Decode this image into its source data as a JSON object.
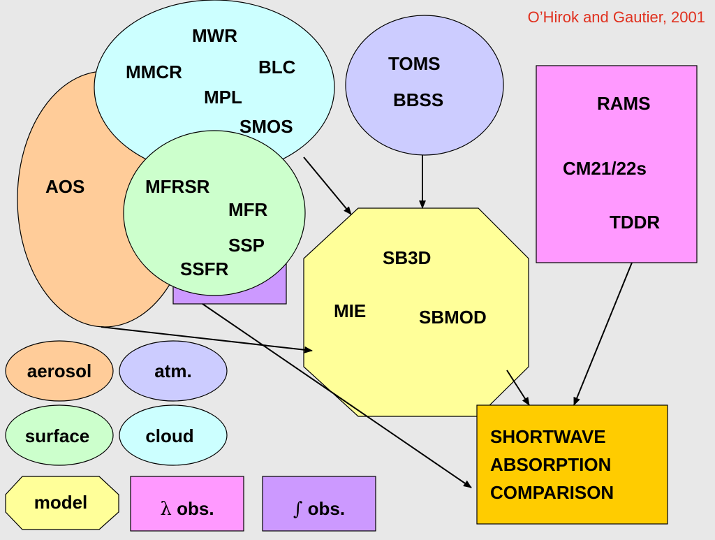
{
  "citation": "O’Hirok and Gautier, 2001",
  "colors": {
    "background": "#e8e8e8",
    "aerosol": "#ffcc99",
    "atm": "#ccccff",
    "surface": "#ccffcc",
    "cloud": "#ccffff",
    "model": "#ffff99",
    "lambda_obs": "#ff99ff",
    "integral_obs": "#cc99ff",
    "comparison": "#ffcc00",
    "citation_text": "#e0301e"
  },
  "nodes": {
    "aos": {
      "label": "AOS"
    },
    "cloud_instruments": [
      "MWR",
      "BLC",
      "MMCR",
      "MPL",
      "SMOS"
    ],
    "surface_instruments": [
      "MFRSR",
      "MFR",
      "SSP",
      "SSFR"
    ],
    "atm_instruments": [
      "TOMS",
      "BBSS"
    ],
    "lambda_box": [
      "RAMS",
      "CM21/22s",
      "TDDR"
    ],
    "models": [
      "SB3D",
      "MIE",
      "SBMOD"
    ],
    "target": [
      "SHORTWAVE",
      "ABSORPTION",
      "COMPARISON"
    ]
  },
  "legend": {
    "aerosol": "aerosol",
    "atm": "atm.",
    "surface": "surface",
    "cloud": "cloud",
    "model": "model",
    "lambda_symbol": "λ",
    "lambda_text": "obs.",
    "integral_symbol": "∫",
    "integral_text": "obs."
  }
}
